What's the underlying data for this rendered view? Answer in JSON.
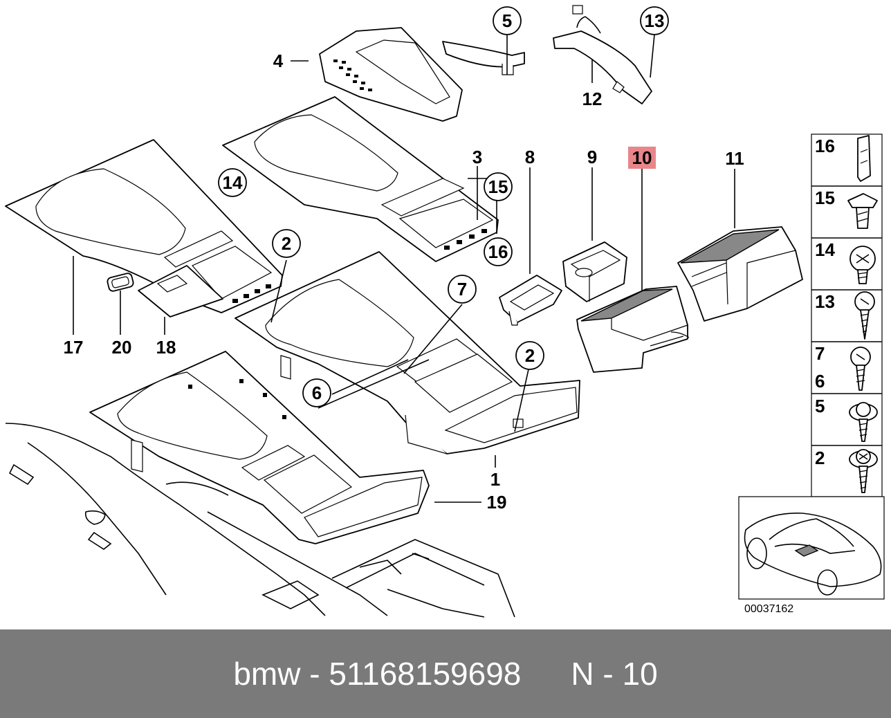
{
  "footer": {
    "brand": "bmw",
    "separator": "-",
    "part_number": "51168159698",
    "ref_code": "N",
    "ref_separator": "-",
    "ref_item": "10"
  },
  "diagram": {
    "catalog_number": "00037162",
    "highlighted_label": "10",
    "highlight_color": "#e8868a",
    "callouts": [
      {
        "label": "1",
        "circled": false
      },
      {
        "label": "2",
        "circled": true
      },
      {
        "label": "2",
        "circled": true
      },
      {
        "label": "3",
        "circled": false
      },
      {
        "label": "4",
        "circled": false
      },
      {
        "label": "5",
        "circled": true
      },
      {
        "label": "6",
        "circled": true
      },
      {
        "label": "7",
        "circled": true
      },
      {
        "label": "8",
        "circled": false
      },
      {
        "label": "9",
        "circled": false
      },
      {
        "label": "10",
        "circled": false
      },
      {
        "label": "11",
        "circled": false
      },
      {
        "label": "12",
        "circled": false
      },
      {
        "label": "13",
        "circled": true
      },
      {
        "label": "14",
        "circled": true
      },
      {
        "label": "15",
        "circled": true
      },
      {
        "label": "16",
        "circled": true
      },
      {
        "label": "17",
        "circled": false
      },
      {
        "label": "18",
        "circled": false
      },
      {
        "label": "19",
        "circled": false
      },
      {
        "label": "20",
        "circled": false
      }
    ],
    "hardware_legend": [
      {
        "label": "16",
        "icon": "clip-icon"
      },
      {
        "label": "15",
        "icon": "expansion-rivet-icon"
      },
      {
        "label": "14",
        "icon": "phillips-screw-icon"
      },
      {
        "label": "13",
        "icon": "tapping-screw-icon"
      },
      {
        "label": "7",
        "icon": "tapping-screw-icon"
      },
      {
        "label": "6",
        "icon": "tapping-screw-icon"
      },
      {
        "label": "5",
        "icon": "flange-screw-icon"
      },
      {
        "label": "2",
        "icon": "flange-screw-icon"
      }
    ]
  }
}
